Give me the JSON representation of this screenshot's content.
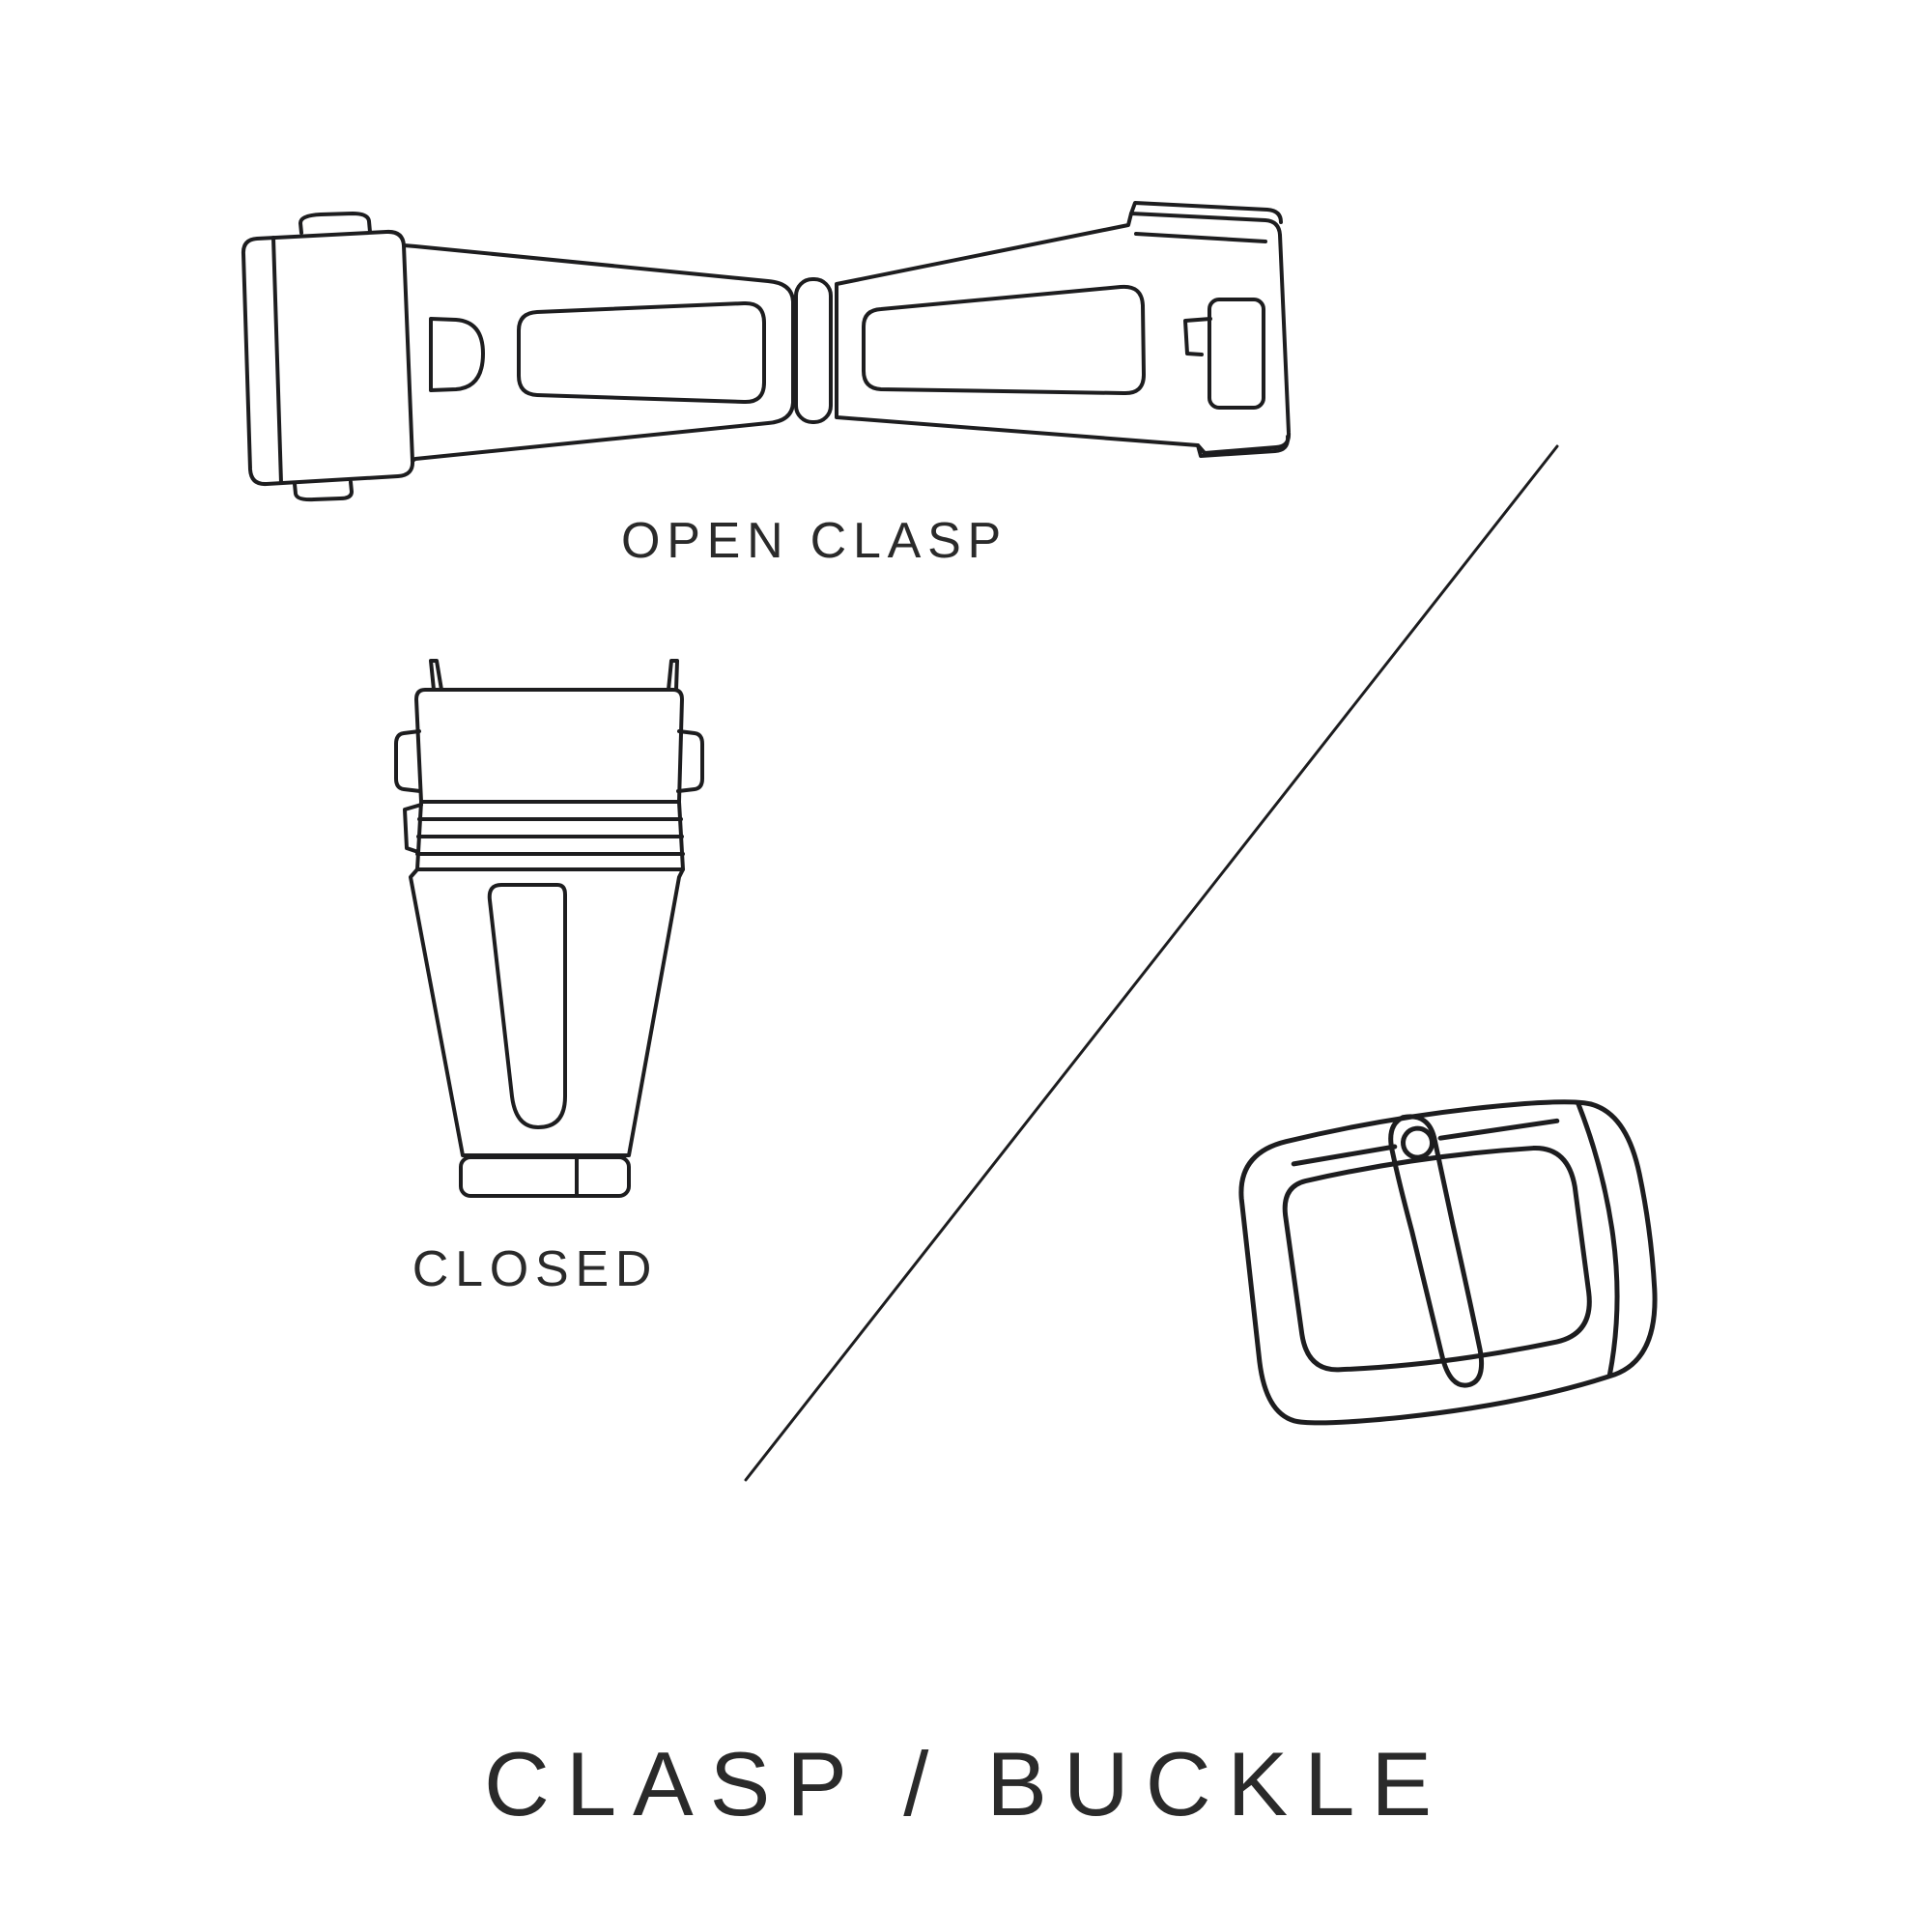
{
  "page": {
    "background": "#ffffff",
    "line_color": "#1d1d1f",
    "text_color": "#2a2a2a"
  },
  "labels": {
    "open_clasp": "OPEN CLASP",
    "closed": "CLOSED",
    "title": "CLASP / BUCKLE"
  },
  "illustrations": [
    {
      "name": "open-clasp-illustration",
      "caption": "OPEN CLASP"
    },
    {
      "name": "closed-clasp-illustration",
      "caption": "CLOSED"
    },
    {
      "name": "buckle-illustration",
      "caption": ""
    }
  ]
}
